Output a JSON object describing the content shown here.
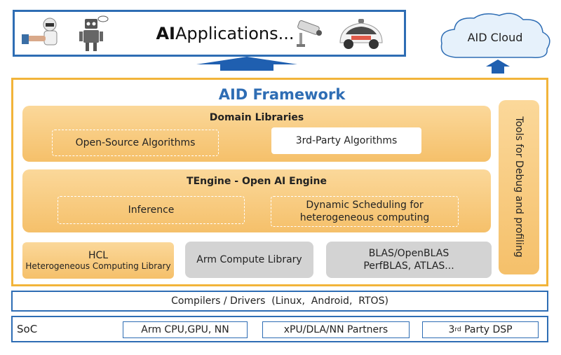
{
  "applications": {
    "title_bold": "AI",
    "title_rest": " Applications...",
    "icons": [
      "handshake-robot-icon",
      "robot-icon",
      "security-camera-icon",
      "self-driving-car-icon"
    ]
  },
  "cloud": {
    "label": "AID Cloud"
  },
  "framework": {
    "title": "AID Framework",
    "domain_libraries": {
      "title": "Domain Libraries",
      "items": [
        "Open-Source Algorithms",
        "3rd-Party Algorithms"
      ]
    },
    "tengine": {
      "title": "TEngine - Open AI Engine",
      "inference": "Inference",
      "scheduling_line1": "Dynamic Scheduling for",
      "scheduling_line2": "heterogeneous computing"
    },
    "hcl": {
      "title": "HCL",
      "subtitle": "Heterogeneous Computing Library"
    },
    "arm_compute": "Arm Compute Library",
    "blas_line1": "BLAS/OpenBLAS",
    "blas_line2": "PerfBLAS, ATLAS...",
    "tools": "Tools for Debug and profiling"
  },
  "compilers": {
    "label": "Compilers / Drivers  (Linux,  Android,  RTOS)"
  },
  "soc": {
    "label": "SoC",
    "items": [
      "Arm CPU,GPU, NN",
      "xPU/DLA/NN Partners"
    ],
    "dsp_prefix": "3",
    "dsp_sup": "rd",
    "dsp_rest": " Party DSP"
  },
  "colors": {
    "blue": "#2e6db4",
    "orange_border": "#f2b43a",
    "orange_fill": "#f5c06a",
    "gray": "#d3d3d3"
  }
}
